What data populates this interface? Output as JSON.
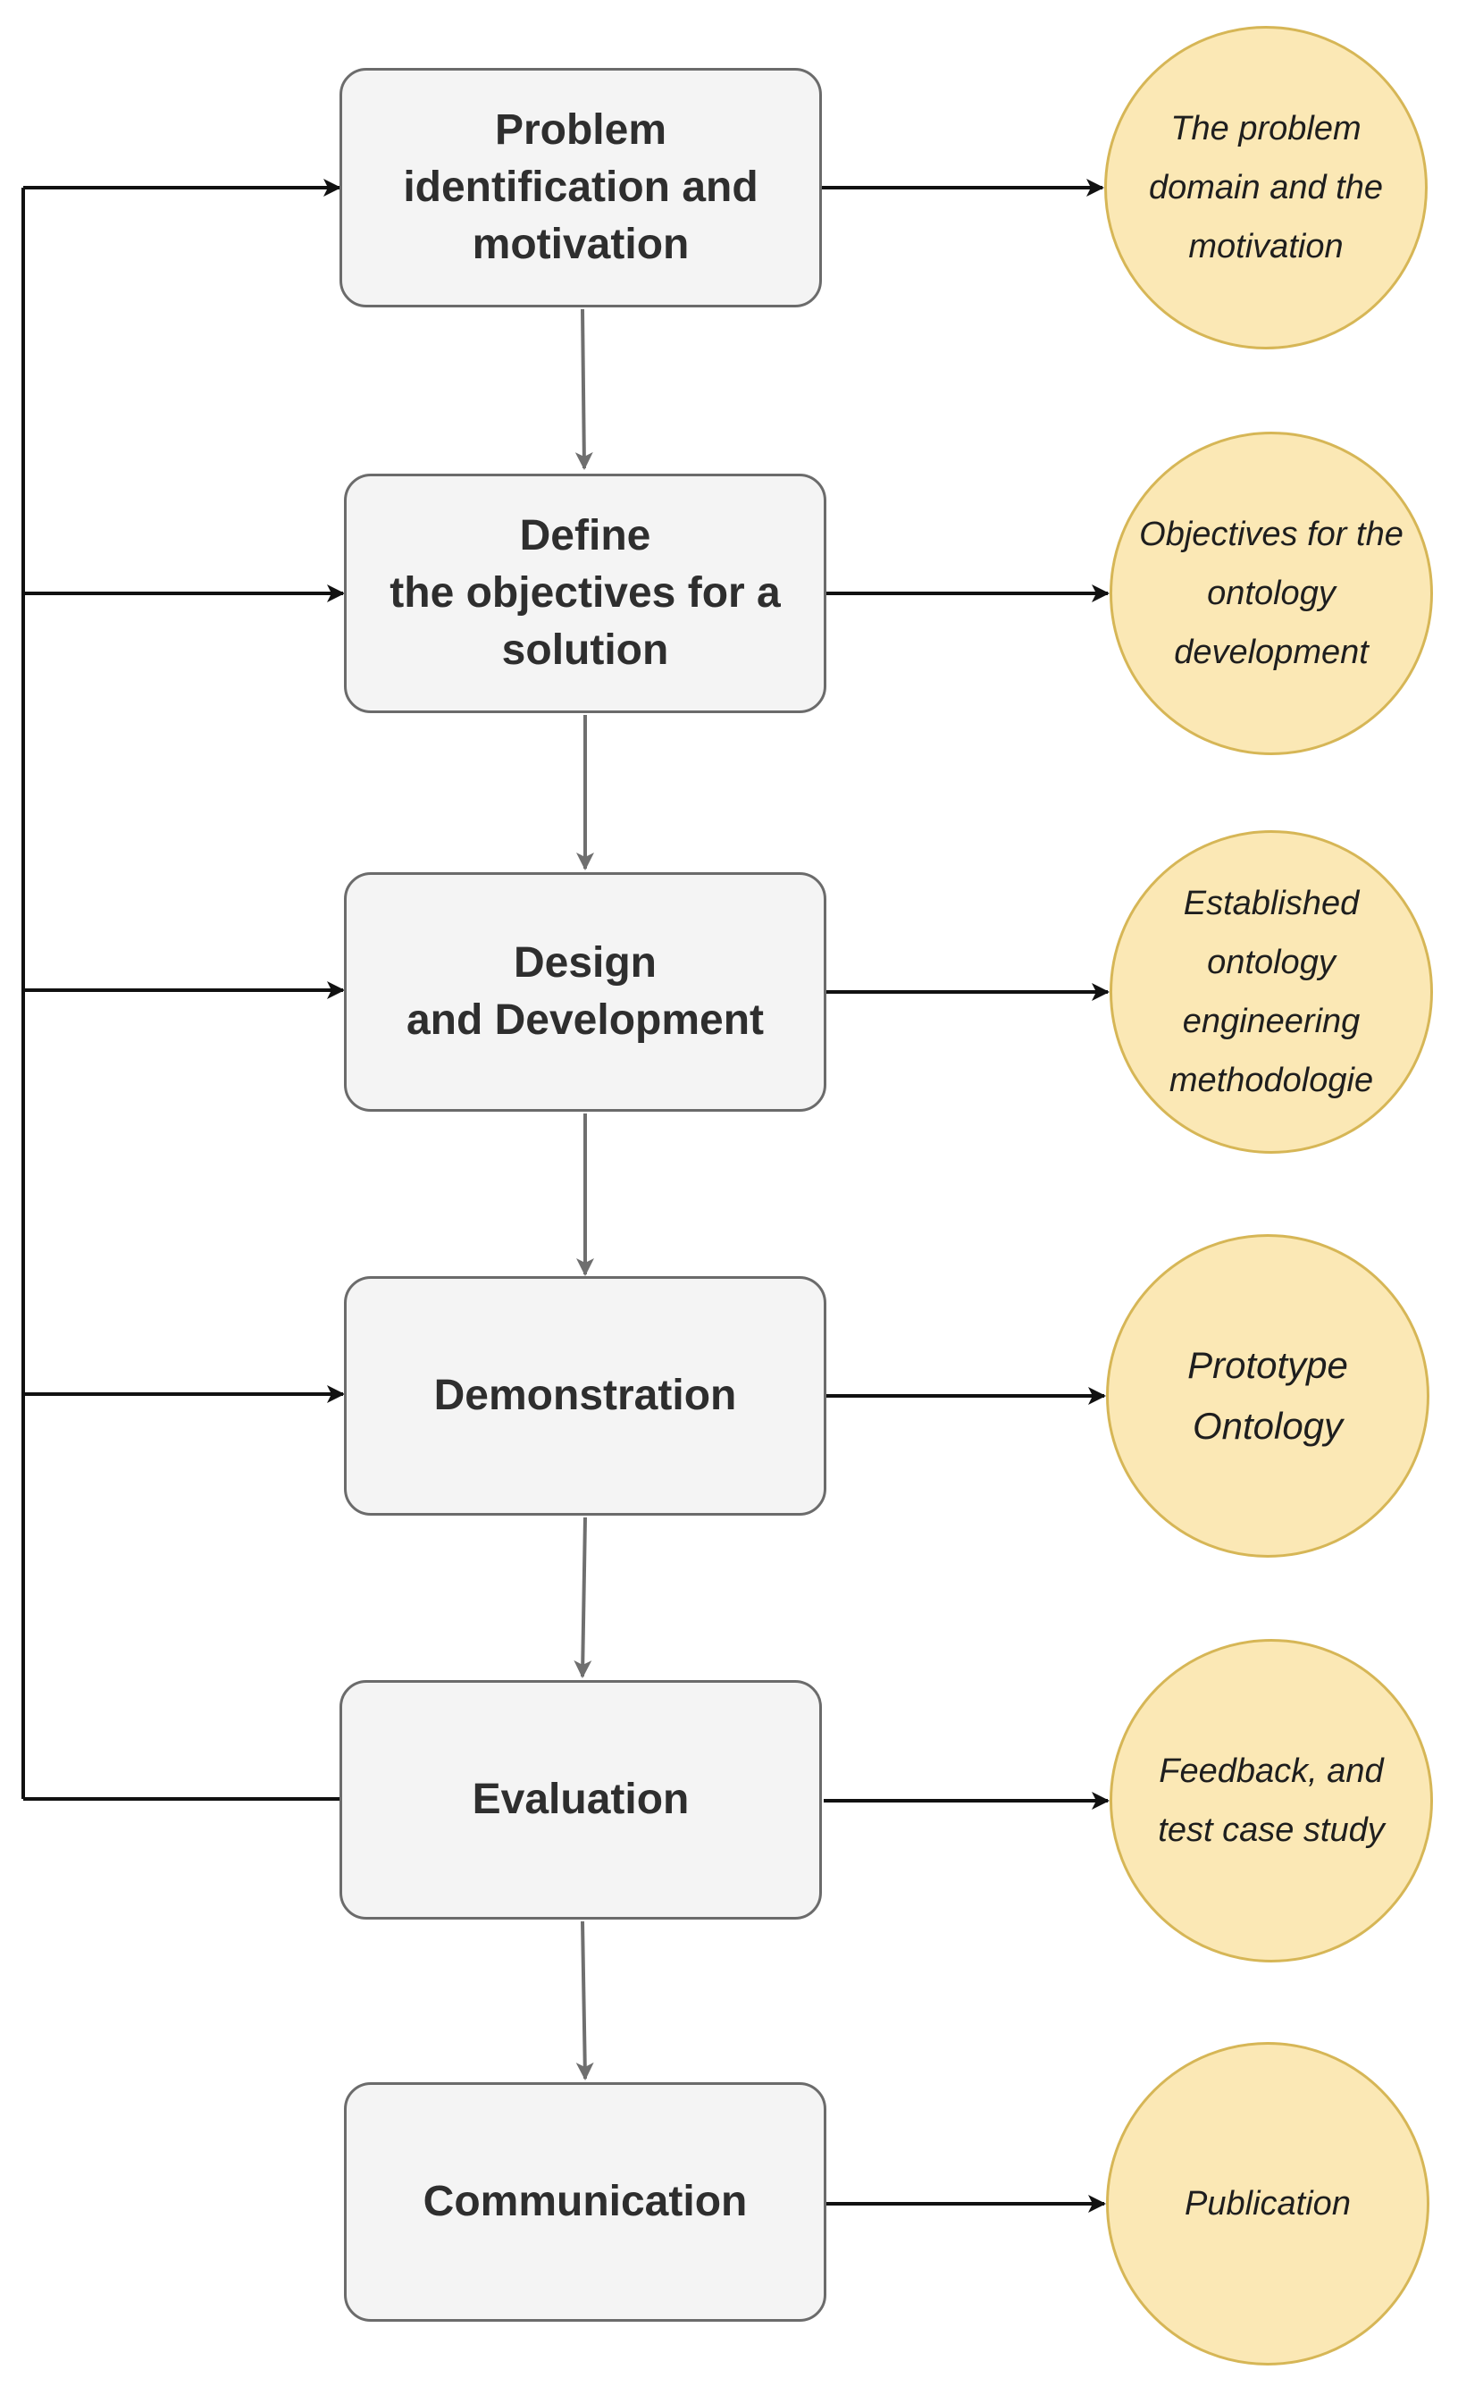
{
  "steps": [
    {
      "id": "problem-identification",
      "label": "Problem\nidentification and\nmotivation"
    },
    {
      "id": "define-objectives",
      "label": "Define\nthe objectives for a\nsolution"
    },
    {
      "id": "design-development",
      "label": "Design\nand Development"
    },
    {
      "id": "demonstration",
      "label": "Demonstration"
    },
    {
      "id": "evaluation",
      "label": "Evaluation"
    },
    {
      "id": "communication",
      "label": "Communication"
    }
  ],
  "outputs": [
    {
      "id": "problem-domain",
      "label": "The problem\ndomain and the\nmotivation"
    },
    {
      "id": "ontology-objectives",
      "label": "Objectives for the\nontology\ndevelopment"
    },
    {
      "id": "methodologies",
      "label": "Established\nontology\nengineering\nmethodologie"
    },
    {
      "id": "prototype",
      "label": "Prototype\nOntology"
    },
    {
      "id": "feedback",
      "label": "Feedback, and\ntest case study"
    },
    {
      "id": "publication",
      "label": "Publication"
    }
  ],
  "colors": {
    "step_fill": "#f4f4f4",
    "step_border": "#6b6b6b",
    "output_fill": "#fbe8b5",
    "output_border": "#d6b656",
    "flow_arrow": "#6f6f6f",
    "connector": "#111111"
  }
}
